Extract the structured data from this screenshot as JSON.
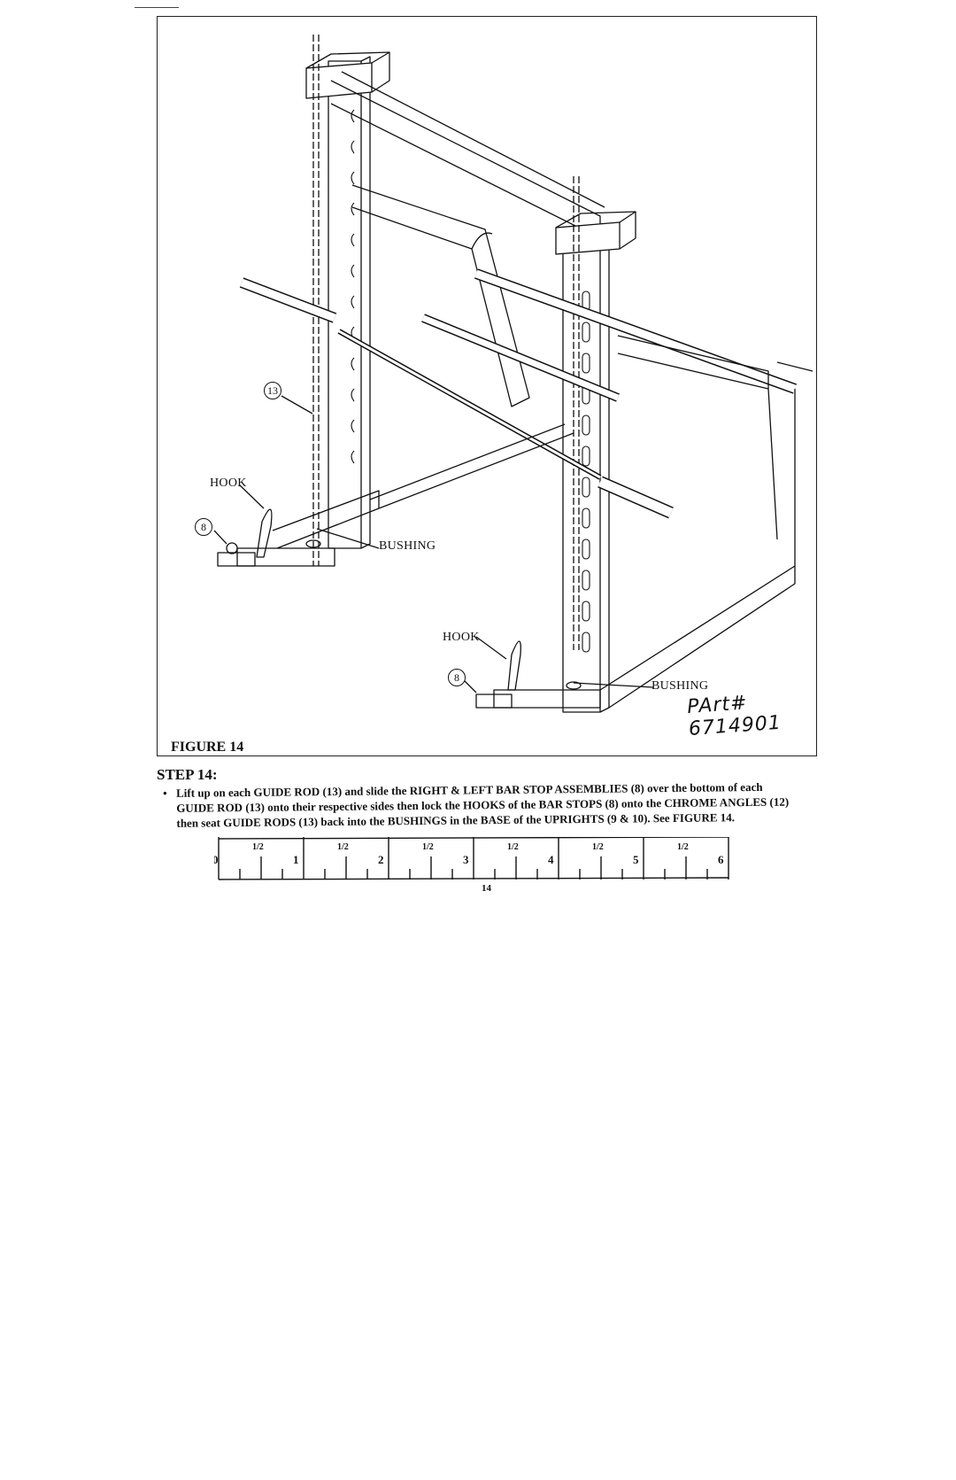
{
  "figure": {
    "label": "FIGURE 14",
    "callouts": {
      "hook_left": "HOOK",
      "hook_right": "HOOK",
      "bushing_left": "BUSHING",
      "bushing_right": "BUSHING",
      "part_13": "13",
      "part_8_left": "8",
      "part_8_right": "8"
    },
    "handwritten_note": "PArt# 6714901"
  },
  "step": {
    "title": "STEP 14:",
    "bullet": "•",
    "text": "Lift up on each GUIDE ROD (13) and slide the RIGHT & LEFT BAR STOP ASSEMBLIES (8) over the bottom of each GUIDE ROD (13) onto their respective sides then lock the HOOKS of the BAR STOPS (8) onto the CHROME ANGLES (12) then seat GUIDE RODS (13) back into the BUSHINGS in the BASE of the UPRIGHTS (9 & 10). See FIGURE 14."
  },
  "ruler": {
    "inch_labels": [
      "0",
      "1",
      "2",
      "3",
      "4",
      "5",
      "6"
    ],
    "half_labels": [
      "1/2",
      "1/2",
      "1/2",
      "1/2",
      "1/2",
      "1/2"
    ]
  },
  "page_number": "14"
}
